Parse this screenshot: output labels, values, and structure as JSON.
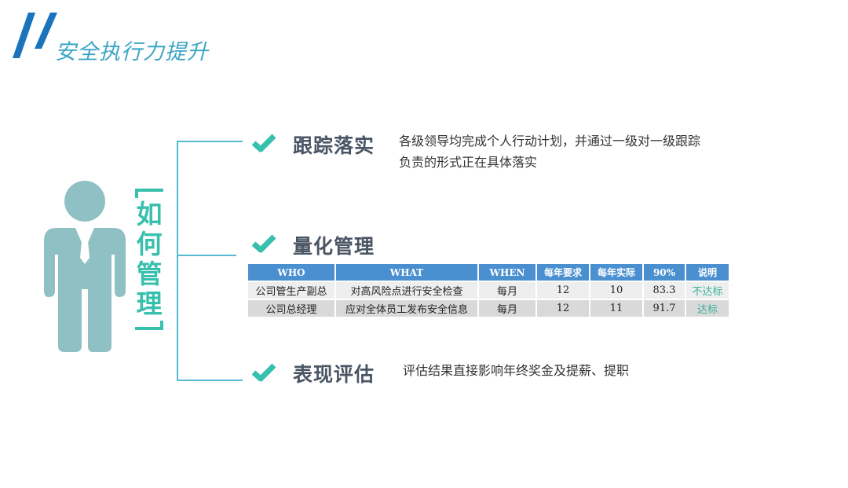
{
  "header": {
    "title": "安全执行力提升"
  },
  "side": {
    "label_chars": [
      "如",
      "何",
      "管",
      "理"
    ]
  },
  "sections": [
    {
      "title": "跟踪落实",
      "desc_lines": [
        "各级领导均完成个人行动计划，并通过一级对一级跟踪",
        "负责的形式正在具体落实"
      ]
    },
    {
      "title": "量化管理"
    },
    {
      "title": "表现评估",
      "desc_lines": [
        "评估结果直接影响年终奖金及提薪、提职"
      ]
    }
  ],
  "table": {
    "headers": [
      "WHO",
      "WHAT",
      "WHEN",
      "每年要求",
      "每年实际",
      "90%",
      "说明"
    ],
    "rows": [
      [
        "公司管生产副总",
        "对高风险点进行安全检查",
        "每月",
        "12",
        "10",
        "83.3",
        "不达标"
      ],
      [
        "公司总经理",
        "应对全体员工发布安全信息",
        "每月",
        "12",
        "11",
        "91.7",
        "达标"
      ]
    ]
  },
  "colors": {
    "accent_blue": "#3aa5c4",
    "teal": "#37c0ad",
    "header_blue": "#4a90d0",
    "figure": "#8fc1c4"
  },
  "icons": [
    "check-icon",
    "person-icon",
    "slash-decoration"
  ]
}
